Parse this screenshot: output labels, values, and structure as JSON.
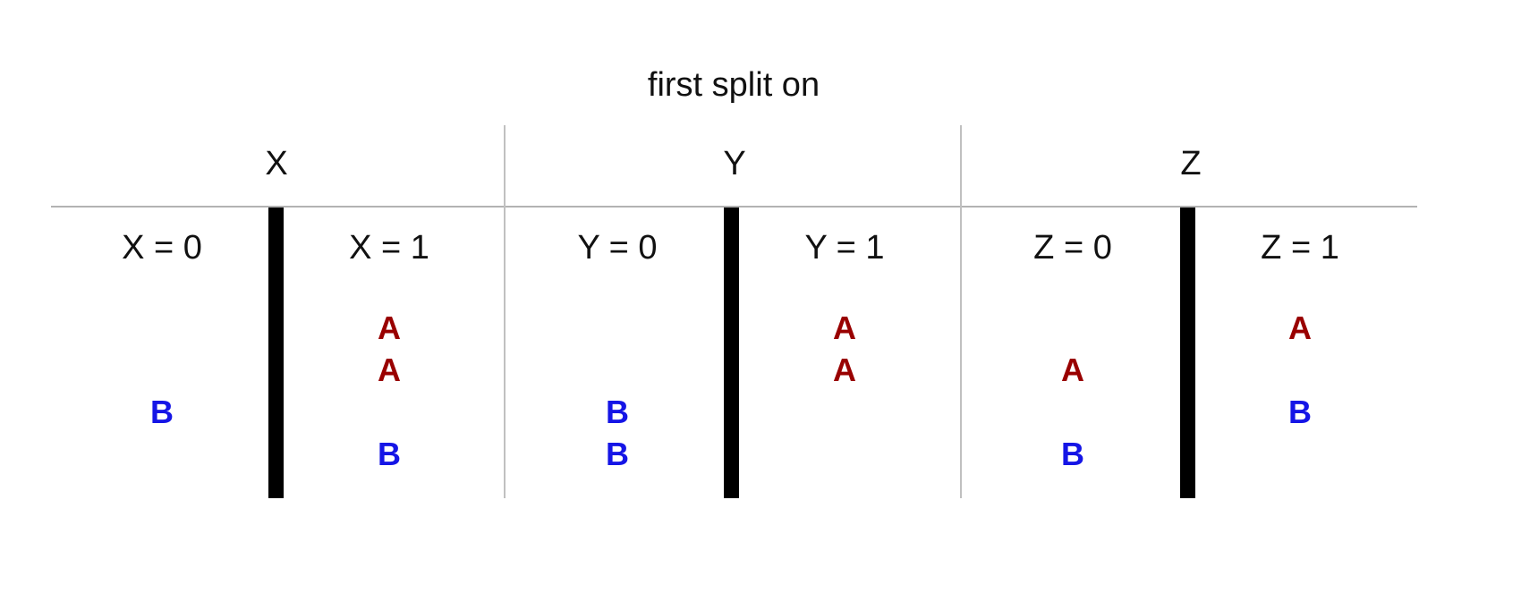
{
  "title": "first split on",
  "colors": {
    "A": "#990000",
    "B": "#1515e6"
  },
  "splits": [
    {
      "header": "X",
      "left_label": "X = 0",
      "right_label": "X = 1",
      "left_items": [
        "B"
      ],
      "right_items": [
        "A",
        "A",
        "B"
      ]
    },
    {
      "header": "Y",
      "left_label": "Y = 0",
      "right_label": "Y = 1",
      "left_items": [
        "B",
        "B"
      ],
      "right_items": [
        "A",
        "A"
      ]
    },
    {
      "header": "Z",
      "left_label": "Z = 0",
      "right_label": "Z = 1",
      "left_items": [
        "A",
        "B"
      ],
      "right_items": [
        "A",
        "B"
      ]
    }
  ]
}
